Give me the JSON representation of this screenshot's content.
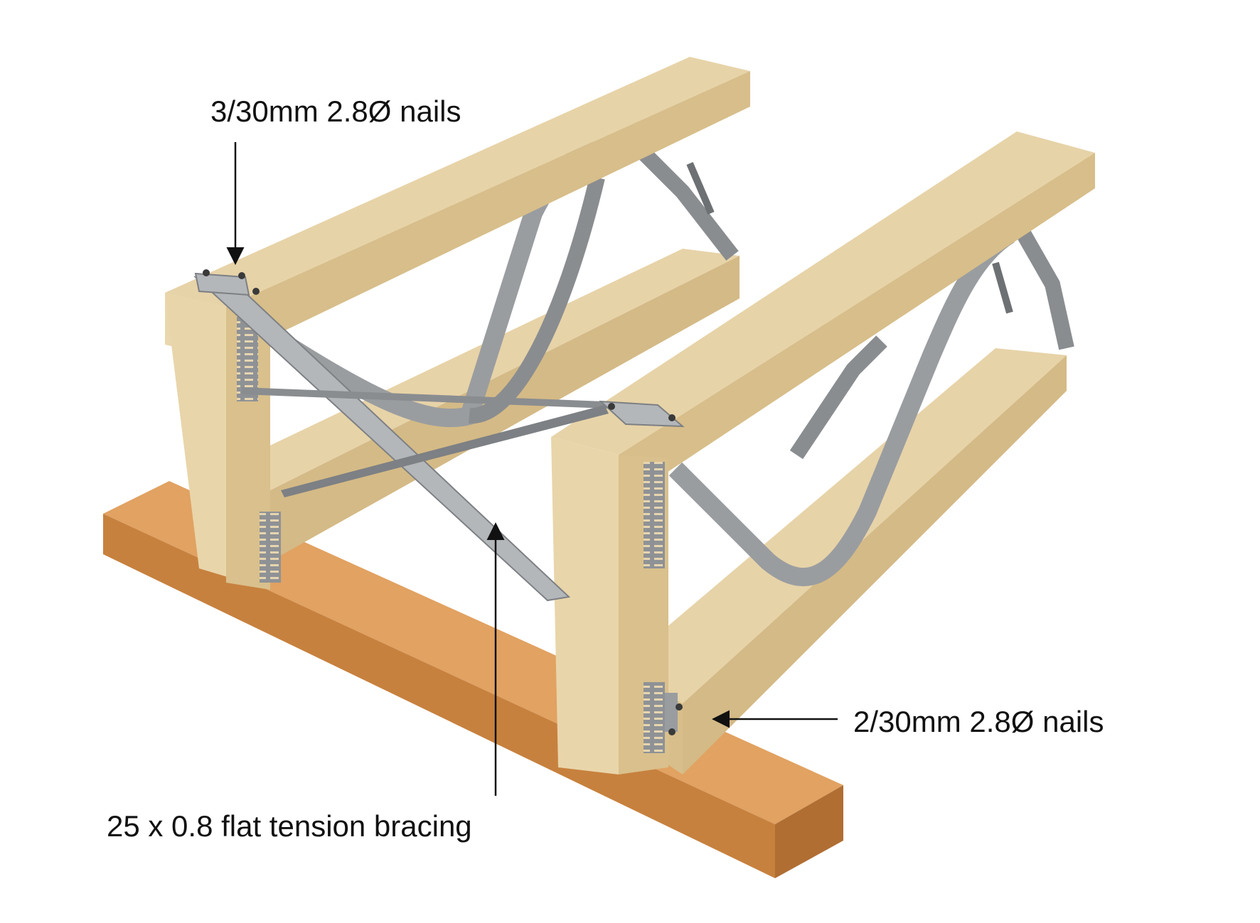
{
  "callouts": {
    "top_nails": "3/30mm 2.8Ø nails",
    "right_nails": "2/30mm 2.8Ø nails",
    "bracing": "25 x 0.8 flat tension bracing"
  },
  "colors": {
    "timber_top": "#e7d3a8",
    "timber_side": "#d7be8a",
    "timber_end": "#e9d5aa",
    "base_timber_top": "#e1a262",
    "base_timber_front": "#c7813e",
    "steel": "#9a9da0",
    "steel_dark": "#6e7174",
    "arrow": "#111111",
    "text": "#111111"
  }
}
